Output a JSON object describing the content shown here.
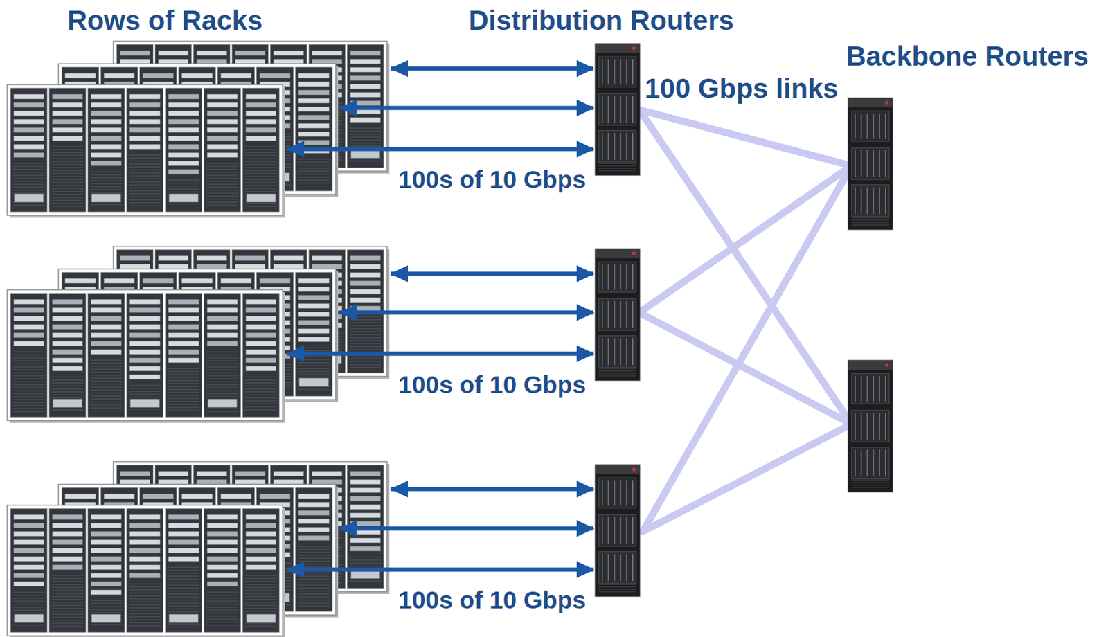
{
  "diagram": {
    "labels": [
      "Rows of Racks",
      "Distribution Routers",
      "Backbone Routers",
      "100 Gbps links",
      "100s of 10 Gbps",
      "100s of 10 Gbps",
      "100s of 10 Gbps"
    ]
  }
}
